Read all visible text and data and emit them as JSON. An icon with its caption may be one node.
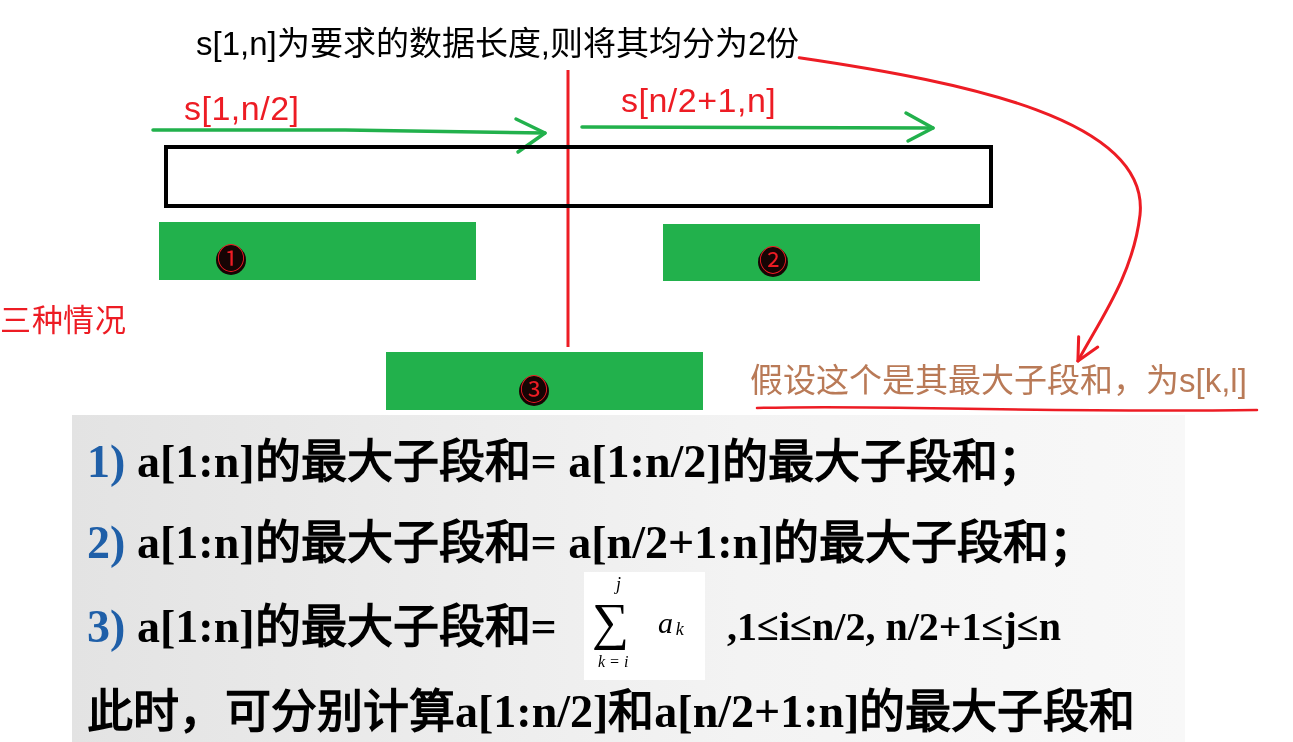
{
  "diagram": {
    "nodes": [
      {
        "text": [
          "s[1,n]为要求的数据长度,则将其均分为2份"
        ]
      },
      {
        "text": [],
        "shape": "bar",
        "beside": [
          "s[1,n/2]",
          "s[n/2+1,n]"
        ]
      },
      {
        "text": [
          "①"
        ]
      },
      {
        "text": [
          "②"
        ]
      },
      {
        "text": [
          "③"
        ]
      },
      {
        "text": [
          "假设这个是其最大子段和，为s[k,l]"
        ]
      },
      {
        "text": [
          "1)",
          "a[1:n]的最大子段和= a[1:n/2]的最大子段和；",
          "2)",
          "a[1:n]的最大子段和= a[n/2+1:n]的最大子段和；",
          "3)",
          "a[1:n]的最大子段和=",
          ",1≤i≤n/2, n/2+1≤j≤n",
          "此时，可分别计算a[1:n/2]和a[n/2+1:n]的最大子段和"
        ]
      },
      {
        "text": [
          "j",
          "∑",
          "a$_{k}$",
          "k = i"
        ],
        "in": 6
      }
    ],
    "edges": [
      {
        "from": 0,
        "to": 5,
        "arrow": "to"
      }
    ],
    "labels": [
      "三种情况"
    ]
  }
}
